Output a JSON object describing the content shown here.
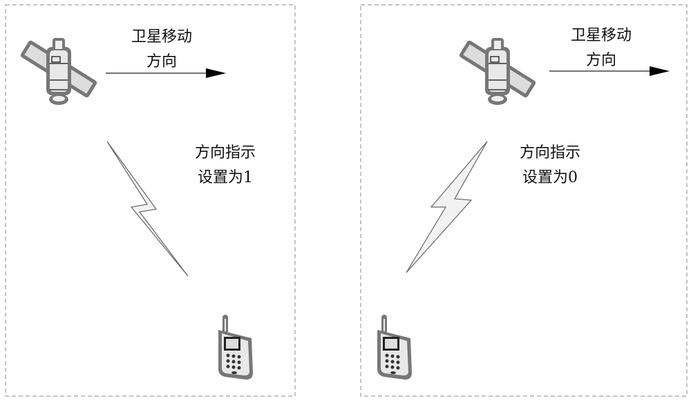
{
  "panels": [
    {
      "motion_label_1": "卫星移动",
      "motion_label_2": "方向",
      "indicator_label_1": "方向指示",
      "indicator_label_2": "设置为1"
    },
    {
      "motion_label_1": "卫星移动",
      "motion_label_2": "方向",
      "indicator_label_1": "方向指示",
      "indicator_label_2": "设置为0"
    }
  ],
  "icons": [
    "satellite-icon",
    "lightning-signal-icon",
    "mobile-phone-icon",
    "arrow-right-icon"
  ],
  "colors": {
    "border": "#888888",
    "icon_outline": "#777777",
    "icon_fill": "#d8d8d8"
  }
}
